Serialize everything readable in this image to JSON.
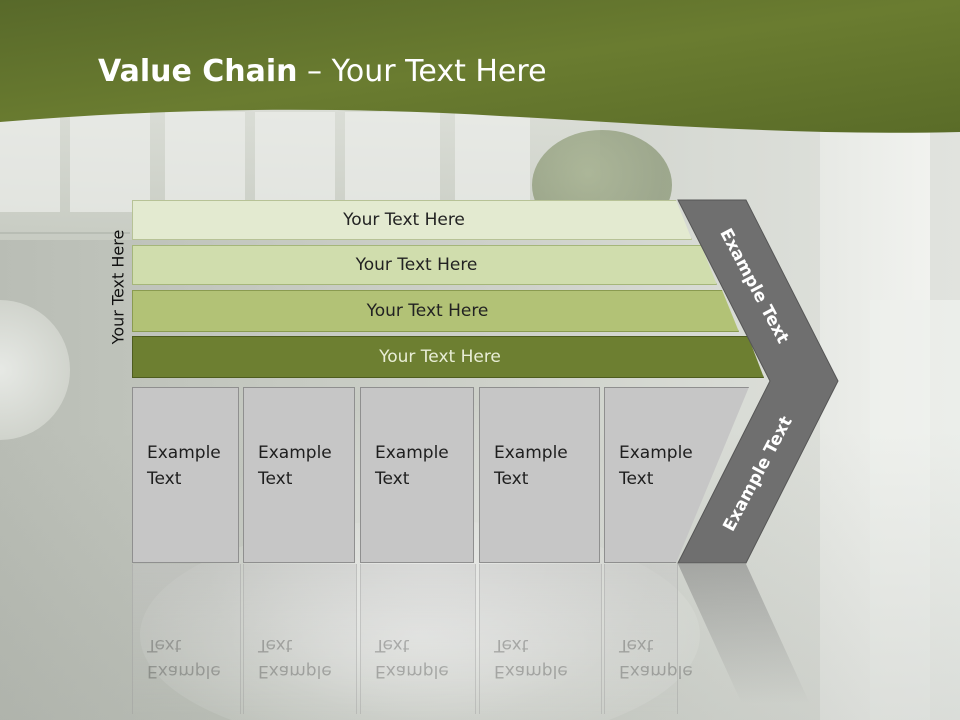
{
  "slide": {
    "title_bold": "Value Chain",
    "title_rest": " – Your Text Here",
    "side_label": "Your Text Here"
  },
  "colors": {
    "header_green": "#6b7d30",
    "band_1": "#e3ead0",
    "band_2": "#d0ddad",
    "band_3": "#b2c276",
    "band_4": "#6d7f31",
    "box_gray": "#c6c6c6",
    "chevron_gray": "#6f6f6f"
  },
  "support_activities": [
    {
      "label": "Your Text Here"
    },
    {
      "label": "Your Text Here"
    },
    {
      "label": "Your Text Here"
    },
    {
      "label": "Your Text Here"
    }
  ],
  "primary_activities": [
    {
      "line1": "Example",
      "line2": "Text"
    },
    {
      "line1": "Example",
      "line2": "Text"
    },
    {
      "line1": "Example",
      "line2": "Text"
    },
    {
      "line1": "Example",
      "line2": "Text"
    },
    {
      "line1": "Example",
      "line2": "Text"
    }
  ],
  "margin_labels": {
    "top": "Example Text",
    "bottom": "Example Text"
  }
}
